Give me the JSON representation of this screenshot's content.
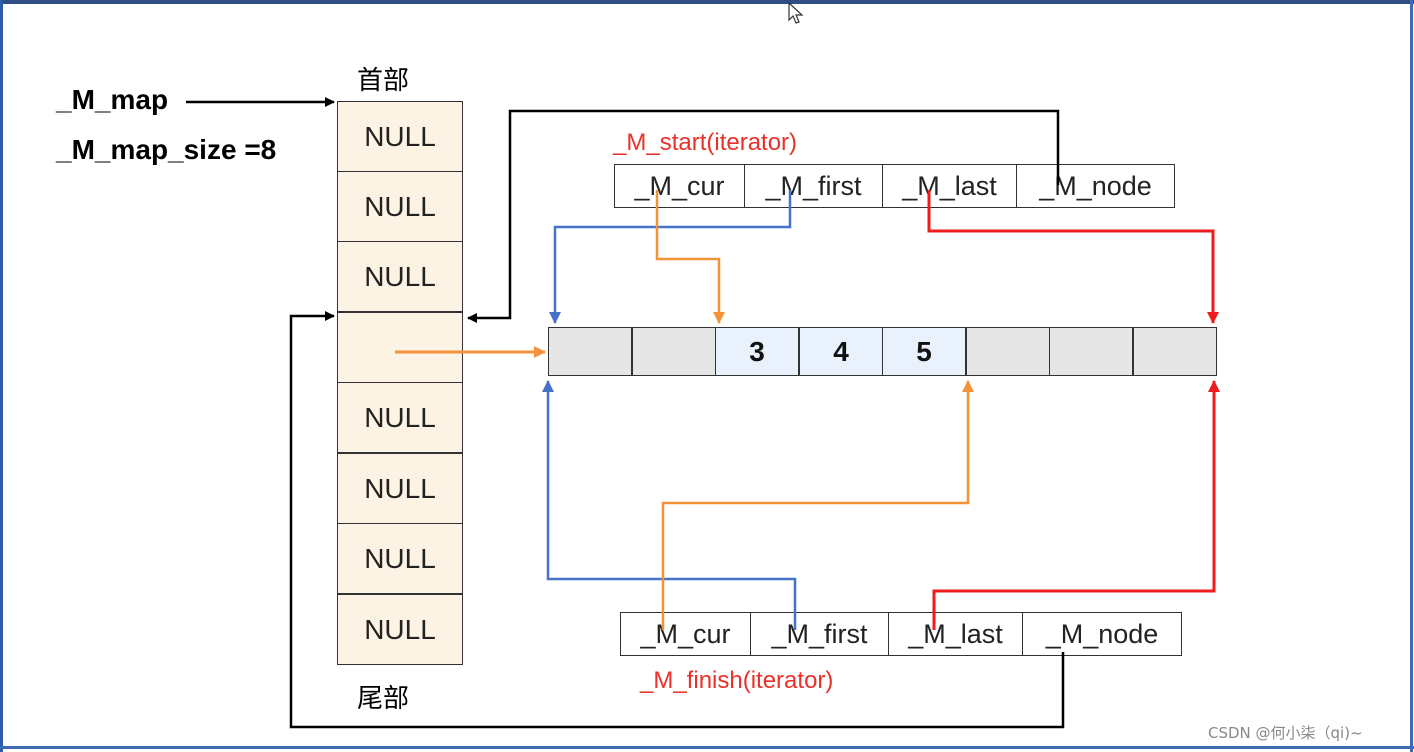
{
  "labels": {
    "m_map": "_M_map",
    "m_map_size": "_M_map_size =8",
    "head": "首部",
    "tail": "尾部",
    "start_iterator": "_M_start(iterator)",
    "finish_iterator": "_M_finish(iterator)"
  },
  "map_cells": [
    "NULL",
    "NULL",
    "NULL",
    "",
    "NULL",
    "NULL",
    "NULL",
    "NULL"
  ],
  "buffer_cells": [
    "",
    "",
    "3",
    "4",
    "5",
    "",
    "",
    ""
  ],
  "start_fields": [
    "_M_cur",
    "_M_first",
    "_M_last",
    "_M_node"
  ],
  "finish_fields": [
    "_M_cur",
    "_M_first",
    "_M_last",
    "_M_node"
  ],
  "colors": {
    "first_pointer": "#4472c4",
    "cur_pointer": "#f4923a",
    "last_pointer": "#ee1c1c",
    "node_pointer": "#000000",
    "map_cell_fill": "#fdf3e4",
    "buffer_fill": "#e6e6e6",
    "buffer_value_fill": "#e8f1fc"
  },
  "watermark": "CSDN @何小柒（qi)~"
}
